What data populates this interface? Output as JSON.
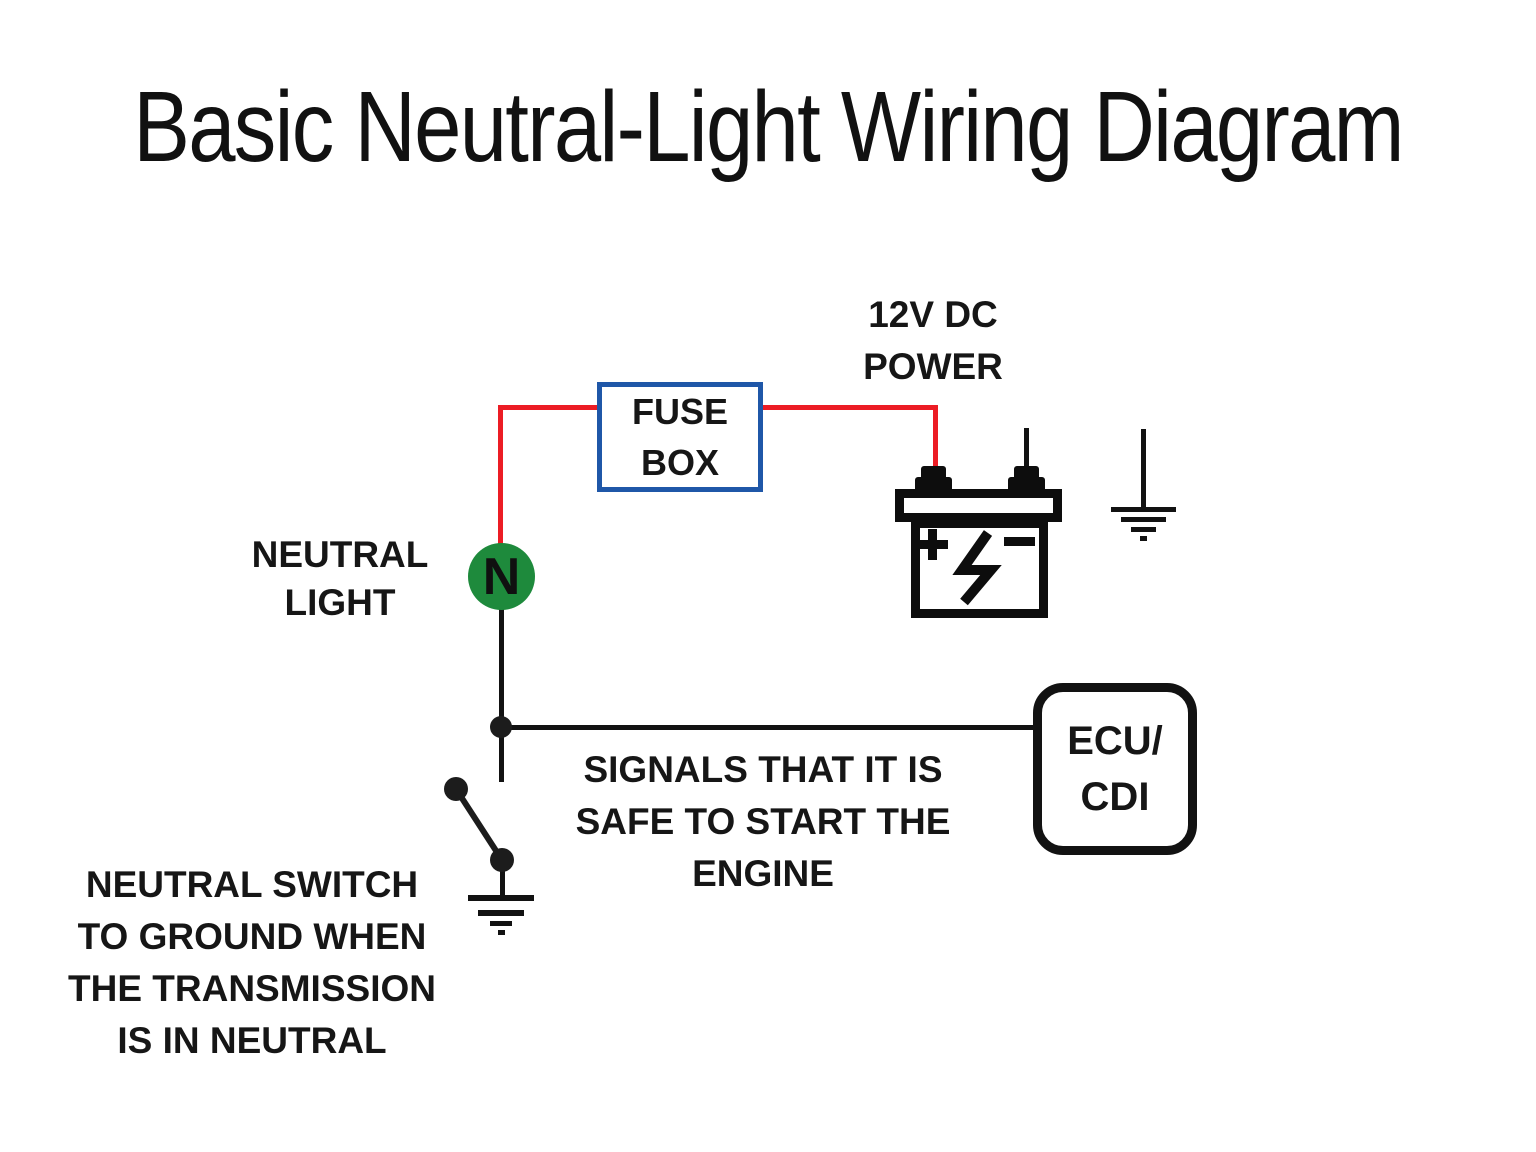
{
  "title": "Basic Neutral-Light Wiring Diagram",
  "power_label": {
    "line1": "12V DC",
    "line2": "POWER"
  },
  "fuse_box": {
    "line1": "FUSE",
    "line2": "BOX"
  },
  "neutral_light": {
    "symbol": "N",
    "label_line1": "NEUTRAL",
    "label_line2": "LIGHT"
  },
  "battery": {
    "plus": "+",
    "minus": "−"
  },
  "ecu_box": {
    "line1": "ECU/",
    "line2": "CDI"
  },
  "signals_note": {
    "line1": "SIGNALS THAT IT IS",
    "line2": "SAFE TO START THE",
    "line3": "ENGINE"
  },
  "switch_note": {
    "line1": "NEUTRAL SWITCH",
    "line2": "TO GROUND WHEN",
    "line3": "THE TRANSMISSION",
    "line4": "IS IN NEUTRAL"
  },
  "colors": {
    "hot_wire_red": "#EC1C24",
    "fuse_border_blue": "#1F57A8",
    "neutral_light_green": "#1E8A3C",
    "signal_wire_black": "#121212",
    "background": "#FFFFFF"
  }
}
